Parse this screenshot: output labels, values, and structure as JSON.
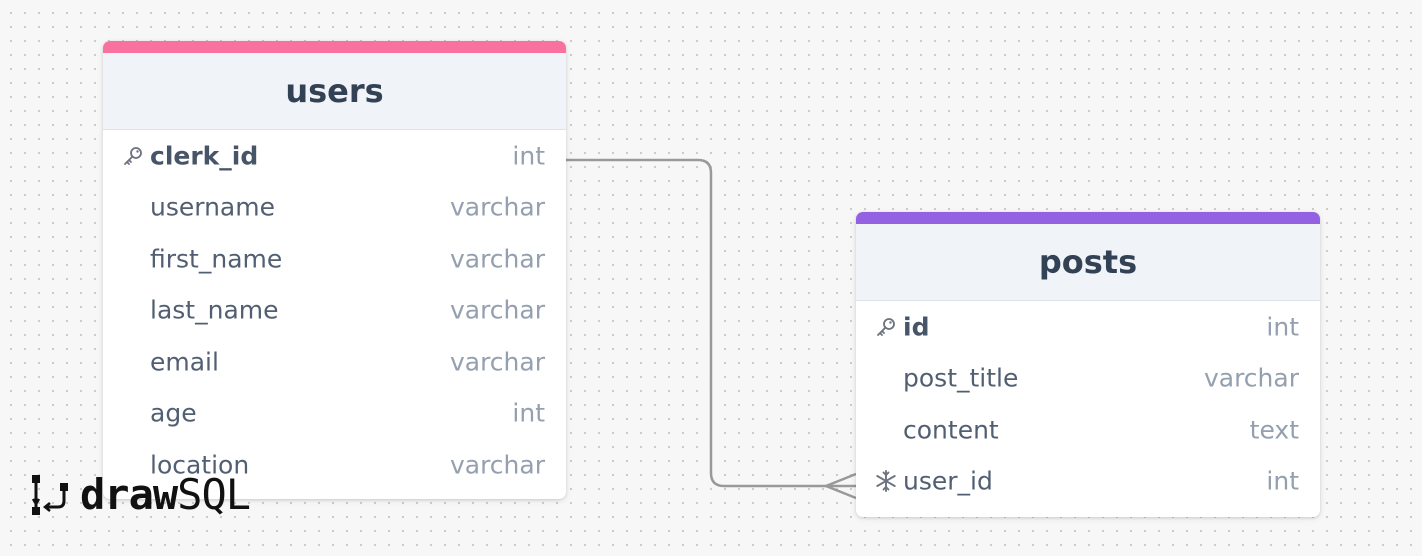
{
  "tables": {
    "users": {
      "name": "users",
      "accent_color": "#f8719f",
      "columns": [
        {
          "name": "clerk_id",
          "type": "int",
          "primary_key": true
        },
        {
          "name": "username",
          "type": "varchar"
        },
        {
          "name": "first_name",
          "type": "varchar"
        },
        {
          "name": "last_name",
          "type": "varchar"
        },
        {
          "name": "email",
          "type": "varchar"
        },
        {
          "name": "age",
          "type": "int"
        },
        {
          "name": "location",
          "type": "varchar"
        }
      ]
    },
    "posts": {
      "name": "posts",
      "accent_color": "#9461e3",
      "columns": [
        {
          "name": "id",
          "type": "int",
          "primary_key": true
        },
        {
          "name": "post_title",
          "type": "varchar"
        },
        {
          "name": "content",
          "type": "text"
        },
        {
          "name": "user_id",
          "type": "int",
          "foreign_key": true
        }
      ]
    }
  },
  "relationship": {
    "from": "users.clerk_id",
    "to": "posts.user_id",
    "cardinality": "one-to-many",
    "line_color": "#999999"
  },
  "logo": {
    "word1": "draw",
    "word2": "SQL"
  },
  "icons": {
    "primary_key": "key-icon",
    "foreign_key": "snowflake-icon"
  }
}
